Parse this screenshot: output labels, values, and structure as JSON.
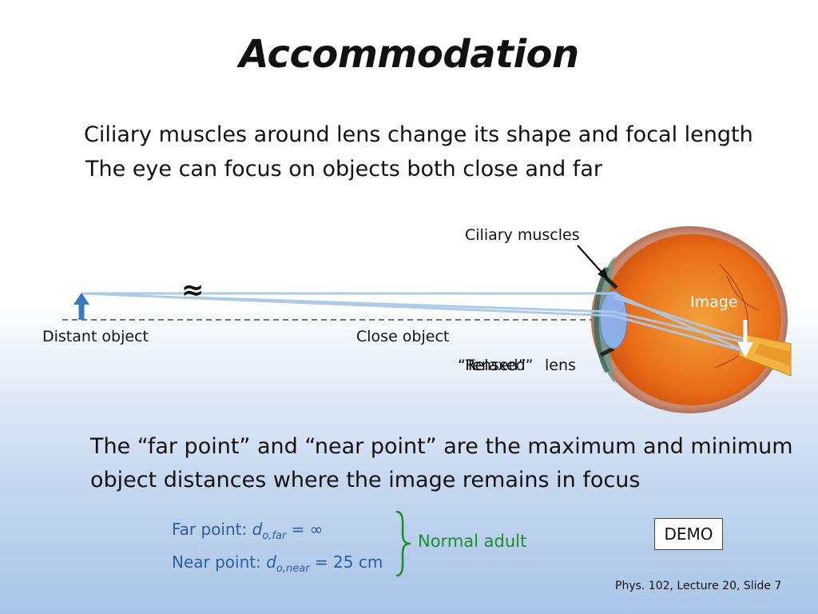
{
  "title": "Accommodation",
  "bullets": [
    "Ciliary muscles around lens change its shape and focal length",
    "The eye can focus on objects both close and far"
  ],
  "diagram": {
    "ciliary_label": "Ciliary muscles",
    "image_label": "Image",
    "distant_label": "Distant object",
    "close_label": "Close object",
    "approx_symbol": "≈",
    "lens_label_relaxed": "“Relaxed”",
    "lens_label_tensed": "“Tensed”",
    "lens_word": "lens"
  },
  "far_near_text": "The “far point” and “near point” are the maximum and minimum object distances where the image remains in focus",
  "equations": {
    "far": {
      "label": "Far point:",
      "var": "d",
      "sub": "o,far",
      "rhs": "= ∞"
    },
    "near": {
      "label": "Near point:",
      "var": "d",
      "sub": "o,near",
      "rhs": "= 25 cm"
    }
  },
  "normal_adult": "Normal adult",
  "demo_label": "DEMO",
  "footer": "Phys. 102, Lecture 20, Slide 7",
  "colors": {
    "ray": "#a9c8ea",
    "arrow": "#3b78bd",
    "normal_green": "#1a8f2a",
    "equation_blue": "#2f5f9a"
  }
}
